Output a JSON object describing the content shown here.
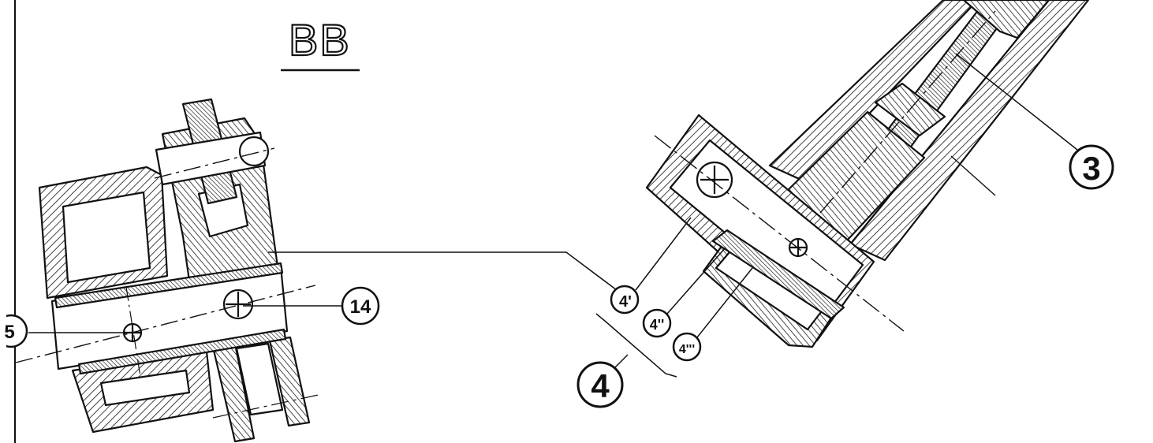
{
  "section_label": "BB",
  "callouts": {
    "part_3": "3",
    "part_4": "4",
    "part_4_prime": "4'",
    "part_4_double_prime": "4''",
    "part_4_triple_prime": "4'''",
    "part_14": "14",
    "part_5_partial": "5"
  },
  "colors": {
    "ink": "#111111",
    "paper": "#ffffff"
  }
}
